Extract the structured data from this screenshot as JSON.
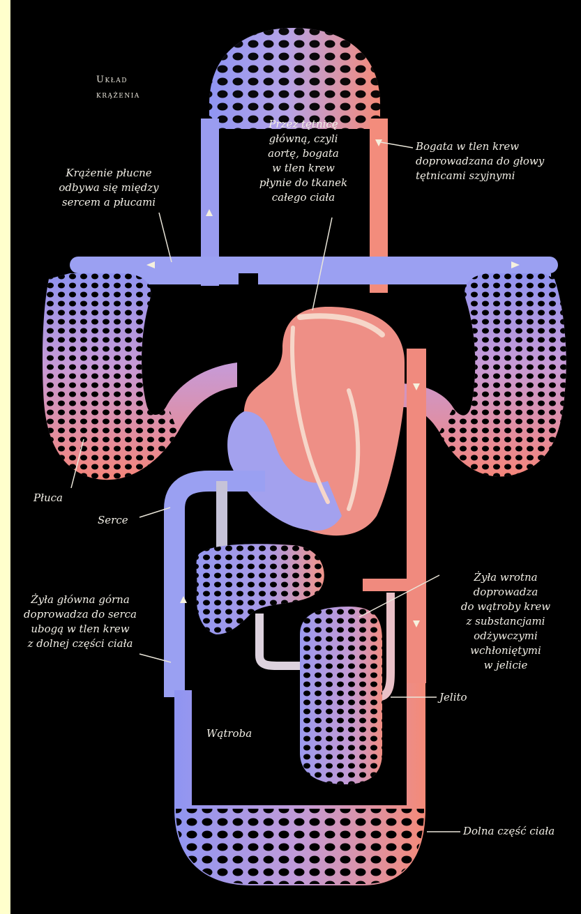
{
  "title": "Układ\nkrążenia",
  "labels": {
    "aorta": "Przez tętnicę\ngłówną, czyli\naortę, bogata\nw tlen krew\npłynie do tkanek\ncałego ciała",
    "head_supply": "Bogata w tlen krew\ndoprowadzana do głowy\ntętnicami szyjnymi",
    "pulmonary": "Krążenie płucne\nodbywa się między\nsercem a płucami",
    "lungs": "Płuca",
    "heart": "Serce",
    "portal_vein": "Żyła wrotna\ndoprowadza\ndo wątroby krew\nz substancjami\nodżywczymi\nwchłoniętymi\nw jelicie",
    "vena_cava": "Żyła główna górna\ndoprowadza do serca\nubogą w tlen krew\nz dolnej części ciała",
    "liver": "Wątroba",
    "intestine": "Jelito",
    "lower_body": "Dolna część ciała"
  },
  "colors": {
    "background": "#000000",
    "frame": "#ffffcc",
    "oxygenated": "#f08a7e",
    "deoxygenated": "#9b9bf0",
    "arrow": "#f6f1de"
  }
}
